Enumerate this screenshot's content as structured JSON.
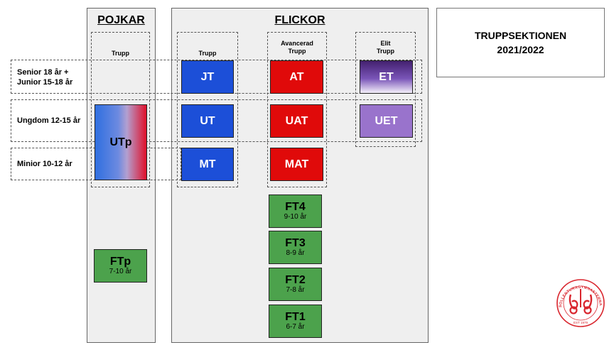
{
  "pojkar": {
    "title": "POJKAR",
    "column": "Trupp",
    "utp": "UTp",
    "ftp": {
      "label": "FTp",
      "age": "7-10 år"
    }
  },
  "flickor": {
    "title": "FLICKOR",
    "columns": {
      "trupp": "Trupp",
      "avancerad_1": "Avancerad",
      "avancerad_2": "Trupp",
      "elit_1": "Elit",
      "elit_2": "Trupp"
    },
    "trupp": [
      "JT",
      "UT",
      "MT"
    ],
    "avancerad": [
      "AT",
      "UAT",
      "MAT"
    ],
    "elit": [
      "ET",
      "UET"
    ],
    "ft": [
      {
        "label": "FT4",
        "age": "9-10 år"
      },
      {
        "label": "FT3",
        "age": "8-9 år"
      },
      {
        "label": "FT2",
        "age": "7-8 år"
      },
      {
        "label": "FT1",
        "age": "6-7 år"
      }
    ]
  },
  "rows": {
    "senior_1": "Senior 18 år +",
    "senior_2": "Junior 15-18 år",
    "ungdom": "Ungdom 12-15 år",
    "minior": "Minior 10-12 år"
  },
  "header": {
    "line1": "TRUPPSEKTIONEN",
    "line2": "2021/2022"
  },
  "logo": {
    "arc_text": "SOLLENTUNAGYMNASTERNA",
    "est": "EST 1979",
    "color": "#d9262e"
  }
}
